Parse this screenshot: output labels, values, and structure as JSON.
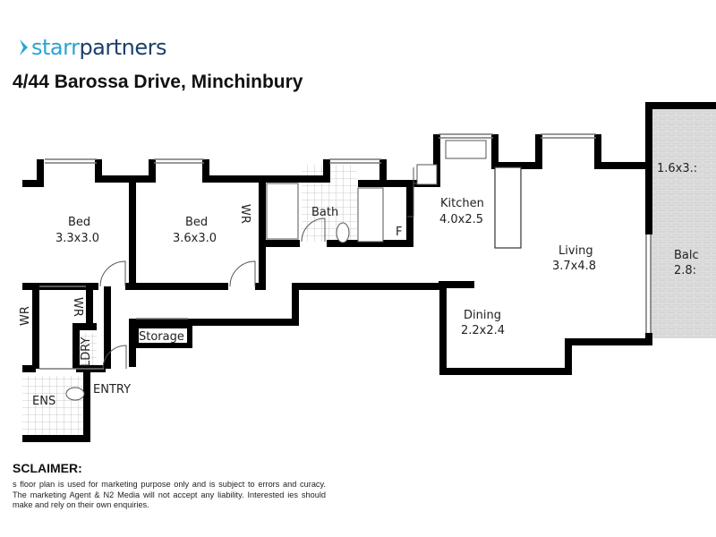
{
  "brand": {
    "name_light": "starr",
    "name_dark": "partners",
    "color_light": "#2aa3d6",
    "color_dark": "#1b3f6b"
  },
  "title": "4/44 Barossa Drive, Minchinbury",
  "rooms": {
    "bed1": {
      "name": "Bed",
      "size": "3.3x3.0"
    },
    "bed2": {
      "name": "Bed",
      "size": "3.6x3.0"
    },
    "wr1": "WR",
    "wr2": "WR",
    "wr3": "WR",
    "bath": "Bath",
    "kitchen": {
      "name": "Kitchen",
      "size": "4.0x2.5"
    },
    "fridge": "F",
    "living": {
      "name": "Living",
      "size": "3.7x4.8"
    },
    "dining": {
      "name": "Dining",
      "size": "2.2x2.4"
    },
    "storage": "Storage",
    "laundry": "LDRY",
    "ensuite": "ENS",
    "entry": "ENTRY",
    "balcony": {
      "name": "Balc",
      "size": "2.8:",
      "size2": "1.6x3.:"
    }
  },
  "disclaimer": {
    "heading": "SCLAIMER:",
    "text": "s floor plan is used for marketing purpose only and is subject to errors and curacy. The marketing Agent & N2 Media will not accept any liability. Interested ies should make and rely on their own enquiries."
  },
  "colors": {
    "wall": "#000000",
    "balcony": "#d9d9d9",
    "tile": "#cfcfcf"
  }
}
